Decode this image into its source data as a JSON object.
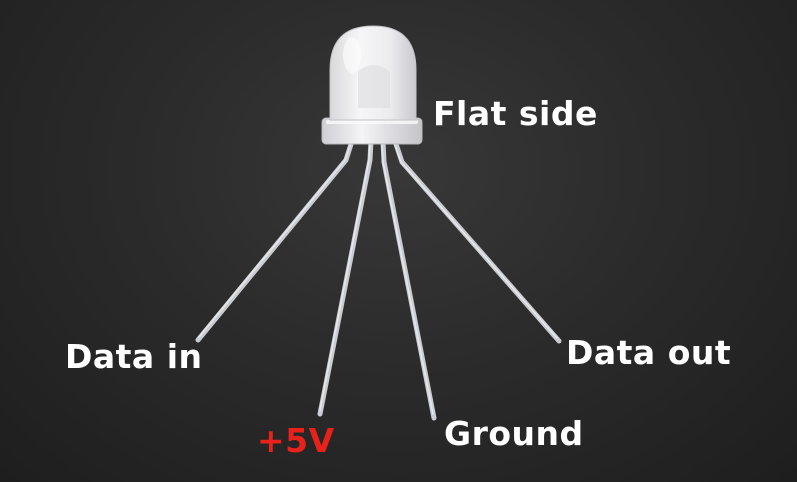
{
  "labels": {
    "flat_side": "Flat side",
    "data_in": "Data in",
    "power": "+5V",
    "ground": "Ground",
    "data_out": "Data out"
  },
  "colors": {
    "background": "#2a2a2a",
    "label_text": "#ffffff",
    "power_label": "#e8221b",
    "led_body": "#ebebee",
    "lead_wire": "#c9cdd2"
  },
  "icons": {
    "component": "rgb-led-icon"
  }
}
